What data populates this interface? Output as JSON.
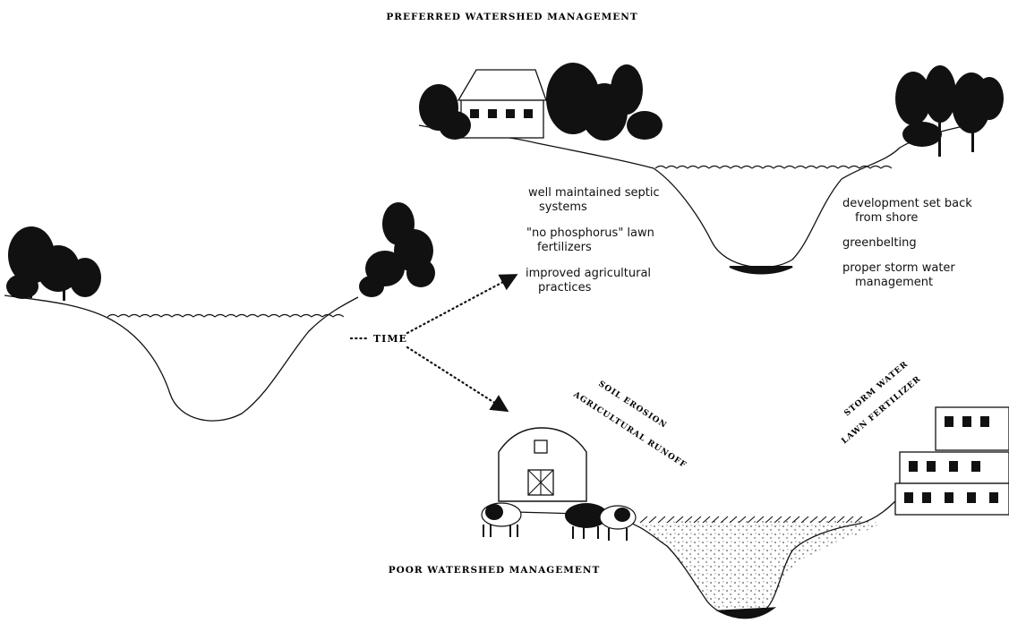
{
  "titles": {
    "preferred": "PREFERRED WATERSHED MANAGEMENT",
    "poor": "POOR WATERSHED MANAGEMENT"
  },
  "center_label": "TIME",
  "preferred_left_notes": [
    [
      "well maintained septic",
      "systems"
    ],
    [
      "\"no phosphorus\" lawn",
      "fertilizers"
    ],
    [
      "improved agricultural",
      "practices"
    ]
  ],
  "preferred_right_notes": [
    [
      "development set back",
      "from shore"
    ],
    [
      "greenbelting"
    ],
    [
      "proper storm water",
      "management"
    ]
  ],
  "poor_sources_left": [
    "SOIL EROSION",
    "AGRICULTURAL RUNOFF"
  ],
  "poor_sources_right": [
    "STORM WATER",
    "LAWN FERTILIZER"
  ]
}
